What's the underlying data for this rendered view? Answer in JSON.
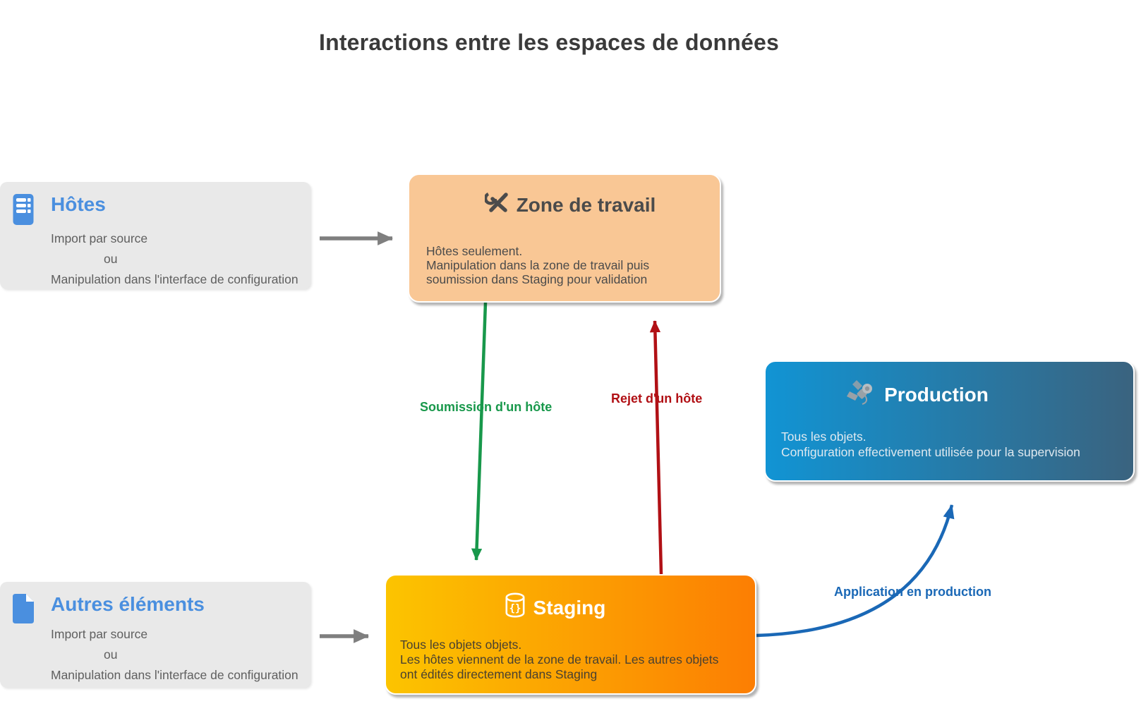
{
  "page": {
    "title": "Interactions entre les espaces de données"
  },
  "boxes": {
    "hotes": {
      "title": "Hôtes",
      "icon": "server-icon",
      "lines": [
        "Import par source",
        "ou",
        "Manipulation dans l'interface de configuration"
      ]
    },
    "autres_elements": {
      "title": "Autres éléments",
      "icon": "document-icon",
      "lines": [
        "Import par source",
        "ou",
        "Manipulation dans l'interface de configuration"
      ]
    },
    "zone_de_travail": {
      "title": "Zone de travail",
      "icon": "tools-icon",
      "body": [
        "Hôtes seulement.",
        "Manipulation dans la zone de travail puis",
        "soumission dans Staging pour validation"
      ]
    },
    "staging": {
      "title": "Staging",
      "icon": "database-icon",
      "body": [
        "Tous les objets objets.",
        "Les hôtes viennent de la zone de travail. Les autres objets",
        "ont édités directement dans Staging"
      ]
    },
    "production": {
      "title": "Production",
      "icon": "satellite-icon",
      "body": [
        "Tous les objets.",
        "Configuration effectivement utilisée pour la supervision"
      ]
    }
  },
  "arrows": {
    "soumission": {
      "label": "Soumission d'un hôte",
      "color": "#18984b"
    },
    "rejet": {
      "label": "Rejet d'un hôte",
      "color": "#b11015"
    },
    "application": {
      "label": "Application en production",
      "color": "#1a68b6"
    },
    "hotes_to_zone": {
      "color": "#7f7f7f"
    },
    "autres_to_staging": {
      "color": "#7f7f7f"
    }
  },
  "colors": {
    "accent_blue": "#4a8fdf",
    "gray_box_bg": "#e9e9e9",
    "zone_bg": "#f9c795",
    "staging_gradient_start": "#fcc400",
    "staging_gradient_end": "#fc7e03",
    "production_gradient_start": "#1194d4",
    "production_gradient_end": "#3a637f",
    "title_text": "#3a3a3a",
    "body_text_gray": "#5f5f5f"
  }
}
